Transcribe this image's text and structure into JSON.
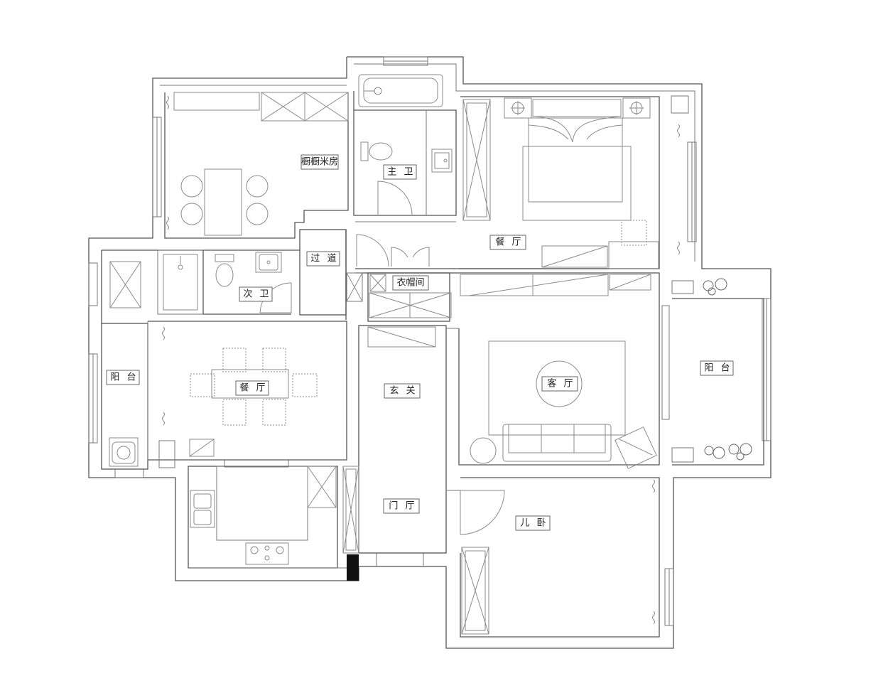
{
  "rooms": {
    "kitchen_top": "橱橱米房",
    "master_bath": "主 卫",
    "passage": "过 道",
    "second_bath": "次 卫",
    "cloakroom": "衣帽间",
    "dining_top": "餐 厅",
    "balcony_left": "阳 台",
    "dining_main": "餐 厅",
    "foyer": "玄 关",
    "living": "客 厅",
    "balcony_right": "阳 台",
    "entrance_hall": "门 厅",
    "kids_bedroom": "儿 卧"
  }
}
